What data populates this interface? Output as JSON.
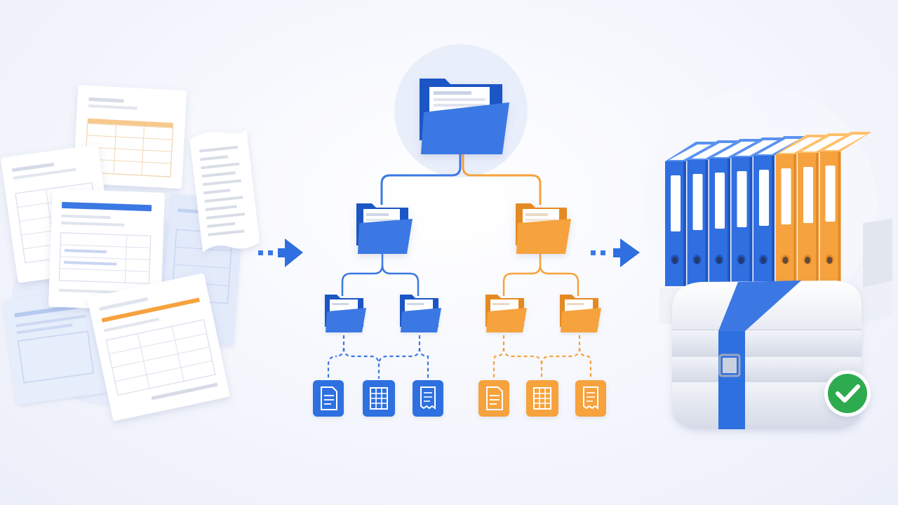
{
  "palette": {
    "blue": "#2f6fe0",
    "blue_dark": "#1f55c4",
    "blue_light": "#5b92f0",
    "orange": "#f6a23e",
    "orange_dark": "#e58a22",
    "orange_light": "#ffc06a",
    "green": "#2eaa4f",
    "paper": "#ffffff",
    "background": "#f3f5fc"
  },
  "sections": [
    {
      "name": "scattered-documents",
      "icon": "document-pile-icon"
    },
    {
      "name": "folder-hierarchy",
      "icon": "folder-tree-icon"
    },
    {
      "name": "archived-binders",
      "icon": "binder-archive-icon"
    }
  ],
  "tree": {
    "root": {
      "icon": "folder-open-icon",
      "color": "blue"
    },
    "branches": [
      {
        "color": "blue",
        "folders": [
          "folder-icon",
          "folder-icon"
        ],
        "files": [
          "document-icon",
          "spreadsheet-icon",
          "receipt-icon"
        ]
      },
      {
        "color": "orange",
        "folders": [
          "folder-icon",
          "folder-icon"
        ],
        "files": [
          "document-icon",
          "spreadsheet-icon",
          "receipt-icon"
        ]
      }
    ]
  },
  "archive": {
    "binders": [
      {
        "color": "blue"
      },
      {
        "color": "blue"
      },
      {
        "color": "blue"
      },
      {
        "color": "blue"
      },
      {
        "color": "blue"
      },
      {
        "color": "orange"
      },
      {
        "color": "orange"
      },
      {
        "color": "orange"
      }
    ],
    "storage_box": {
      "icon": "strapped-box-icon"
    },
    "status_icon": "checkmark-icon"
  },
  "arrows": [
    "arrow-right-icon",
    "arrow-right-icon"
  ]
}
